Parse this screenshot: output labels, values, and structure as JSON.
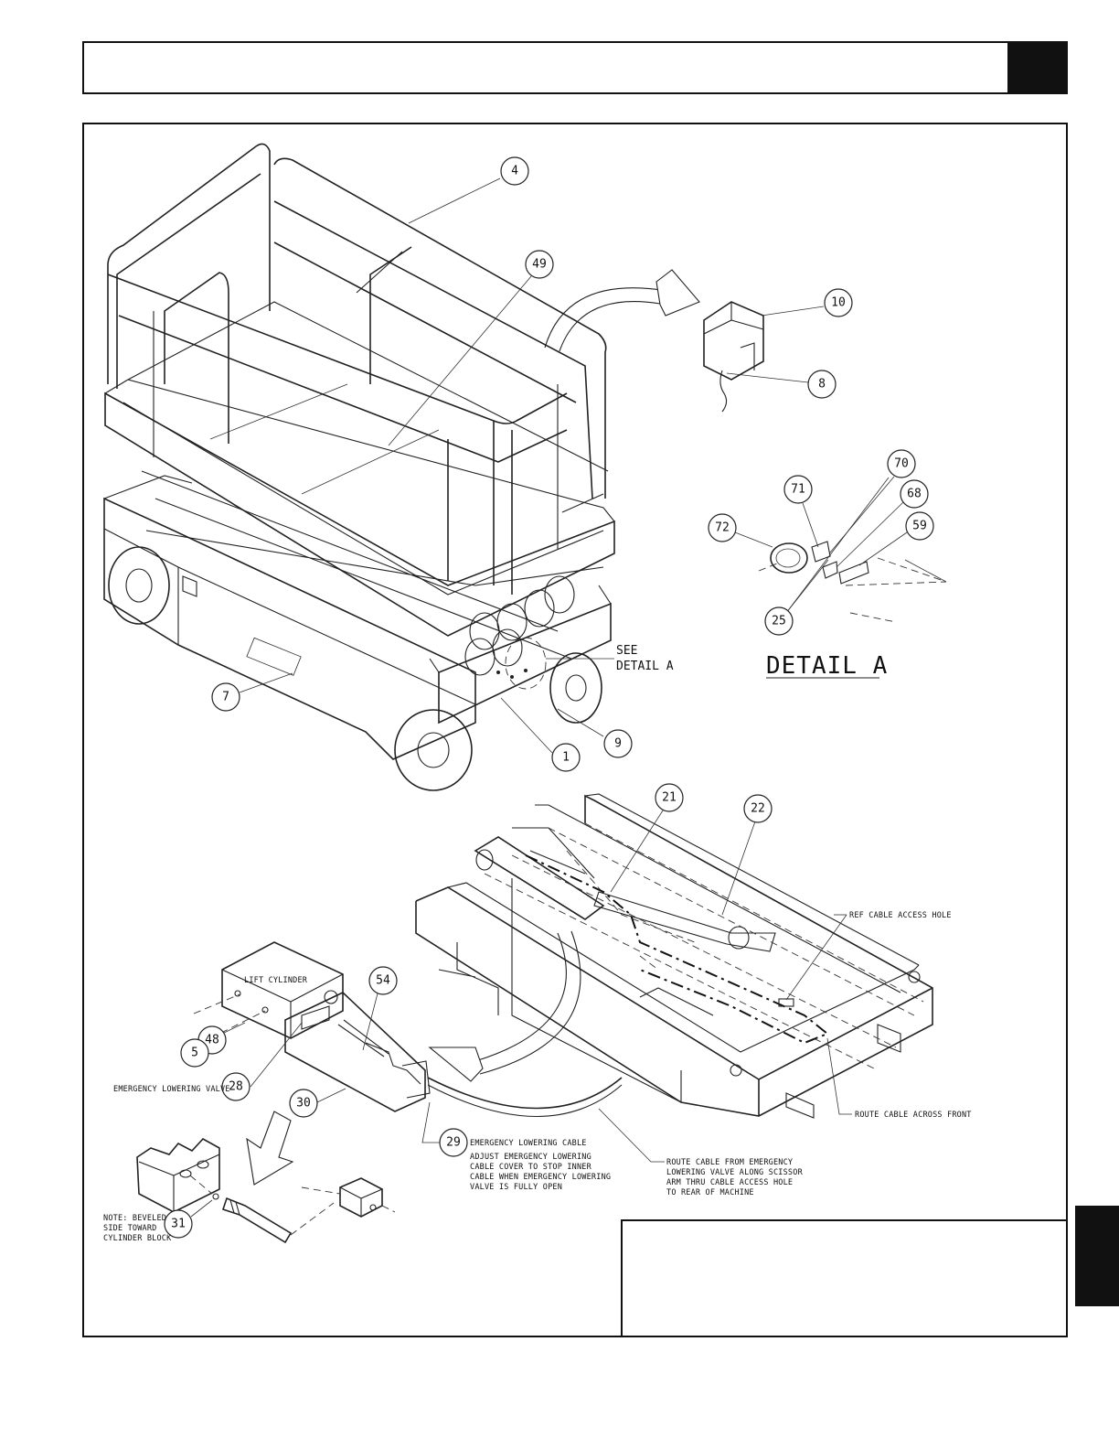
{
  "header": {
    "title": ""
  },
  "detail": {
    "see_detail_line1": "SEE",
    "see_detail_line2": "DETAIL A",
    "detail_heading": "DETAIL A"
  },
  "callouts": {
    "c4": "4",
    "c49": "49",
    "c10": "10",
    "c8": "8",
    "c70": "70",
    "c71": "71",
    "c68": "68",
    "c72": "72",
    "c59": "59",
    "c25": "25",
    "c7": "7",
    "c9": "9",
    "c1": "1",
    "c21": "21",
    "c22": "22",
    "c54": "54",
    "c48": "48",
    "c5": "5",
    "c28": "28",
    "c30": "30",
    "c29": "29",
    "c31": "31"
  },
  "labels": {
    "lift_cylinder": "LIFT CYLINDER",
    "emergency_lowering_valve": "EMERGENCY LOWERING VALVE",
    "emergency_lowering_cable": "EMERGENCY LOWERING CABLE",
    "ref_cable_access_hole": "REF CABLE ACCESS HOLE",
    "route_cable_across_front": "ROUTE CABLE ACROSS FRONT"
  },
  "notes": {
    "adjust_cable": [
      "ADJUST EMERGENCY LOWERING",
      "CABLE COVER TO STOP INNER",
      "CABLE WHEN EMERGENCY LOWERING",
      "VALVE IS FULLY OPEN"
    ],
    "route_cable": [
      "ROUTE CABLE FROM EMERGENCY",
      "LOWERING VALVE ALONG SCISSOR",
      "ARM THRU CABLE ACCESS HOLE",
      "TO REAR OF MACHINE"
    ],
    "beveled": [
      "NOTE: BEVELED",
      "SIDE TOWARD",
      "CYLINDER BLOCK"
    ]
  },
  "title_block": {
    "text": ""
  }
}
